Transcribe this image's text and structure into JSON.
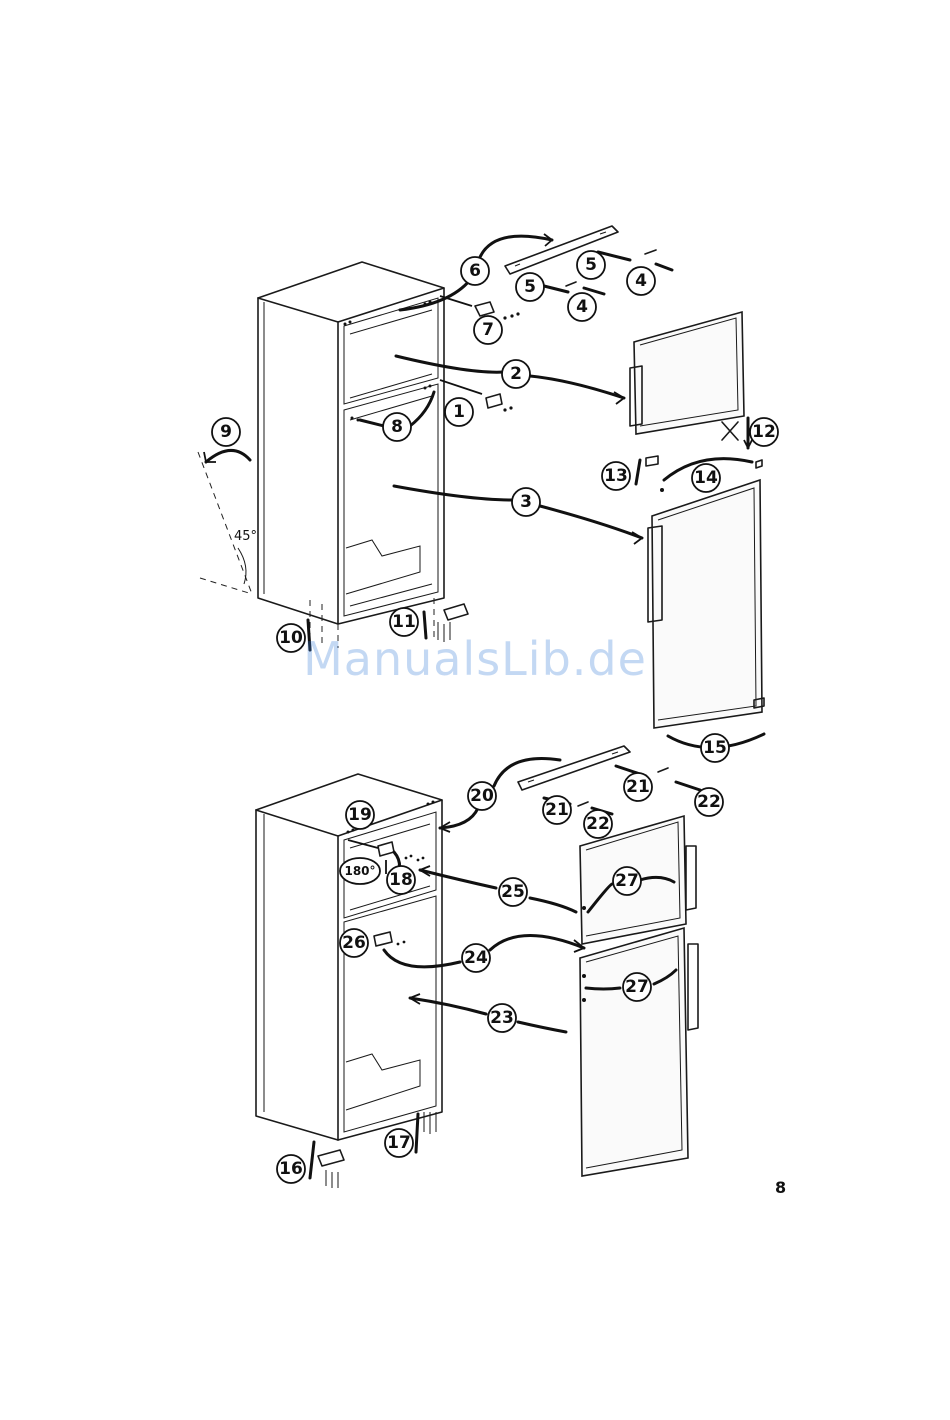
{
  "page_number": "8",
  "watermark": "ManualsLib.de",
  "angle_label": "45°",
  "rotation_label": "180°",
  "callouts": {
    "c1": "1",
    "c2": "2",
    "c3": "3",
    "c4a": "4",
    "c4b": "4",
    "c5a": "5",
    "c5b": "5",
    "c6": "6",
    "c7": "7",
    "c8": "8",
    "c9": "9",
    "c10": "10",
    "c11": "11",
    "c12": "12",
    "c13": "13",
    "c14": "14",
    "c15": "15",
    "c16": "16",
    "c17": "17",
    "c18": "18",
    "c19": "19",
    "c20": "20",
    "c21a": "21",
    "c21b": "21",
    "c22a": "22",
    "c22b": "22",
    "c23": "23",
    "c24": "24",
    "c25": "25",
    "c26": "26",
    "c27a": "27",
    "c27b": "27"
  },
  "colors": {
    "ink": "#111111",
    "watermark": "#3d7fd9"
  }
}
